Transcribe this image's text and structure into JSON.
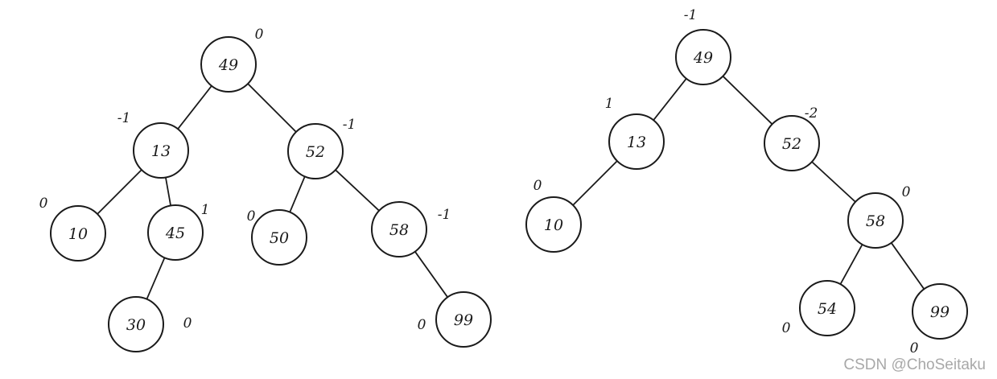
{
  "trees": [
    {
      "id": "left-tree",
      "nodes": [
        {
          "id": "n49",
          "value": "49",
          "balance": "0"
        },
        {
          "id": "n13",
          "value": "13",
          "balance": "-1"
        },
        {
          "id": "n52",
          "value": "52",
          "balance": "-1"
        },
        {
          "id": "n10",
          "value": "10",
          "balance": "0"
        },
        {
          "id": "n45",
          "value": "45",
          "balance": "1"
        },
        {
          "id": "n50",
          "value": "50",
          "balance": "0"
        },
        {
          "id": "n58",
          "value": "58",
          "balance": "-1"
        },
        {
          "id": "n30",
          "value": "30",
          "balance": "0"
        },
        {
          "id": "n99",
          "value": "99",
          "balance": "0"
        }
      ],
      "edges": [
        [
          "n49",
          "n13"
        ],
        [
          "n49",
          "n52"
        ],
        [
          "n13",
          "n10"
        ],
        [
          "n13",
          "n45"
        ],
        [
          "n45",
          "n30"
        ],
        [
          "n52",
          "n50"
        ],
        [
          "n52",
          "n58"
        ],
        [
          "n58",
          "n99"
        ]
      ]
    },
    {
      "id": "right-tree",
      "nodes": [
        {
          "id": "m49",
          "value": "49",
          "balance": "-1"
        },
        {
          "id": "m13",
          "value": "13",
          "balance": "1"
        },
        {
          "id": "m52",
          "value": "52",
          "balance": "-2"
        },
        {
          "id": "m10",
          "value": "10",
          "balance": "0"
        },
        {
          "id": "m58",
          "value": "58",
          "balance": "0"
        },
        {
          "id": "m54",
          "value": "54",
          "balance": "0"
        },
        {
          "id": "m99",
          "value": "99",
          "balance": "0"
        }
      ],
      "edges": [
        [
          "m49",
          "m13"
        ],
        [
          "m49",
          "m52"
        ],
        [
          "m13",
          "m10"
        ],
        [
          "m52",
          "m58"
        ],
        [
          "m58",
          "m54"
        ],
        [
          "m58",
          "m99"
        ]
      ]
    }
  ],
  "watermark": "CSDN @ChoSeitaku",
  "colors": {
    "ink": "#1a1a1a",
    "watermark": "#a8a8a8",
    "background": "#ffffff"
  }
}
